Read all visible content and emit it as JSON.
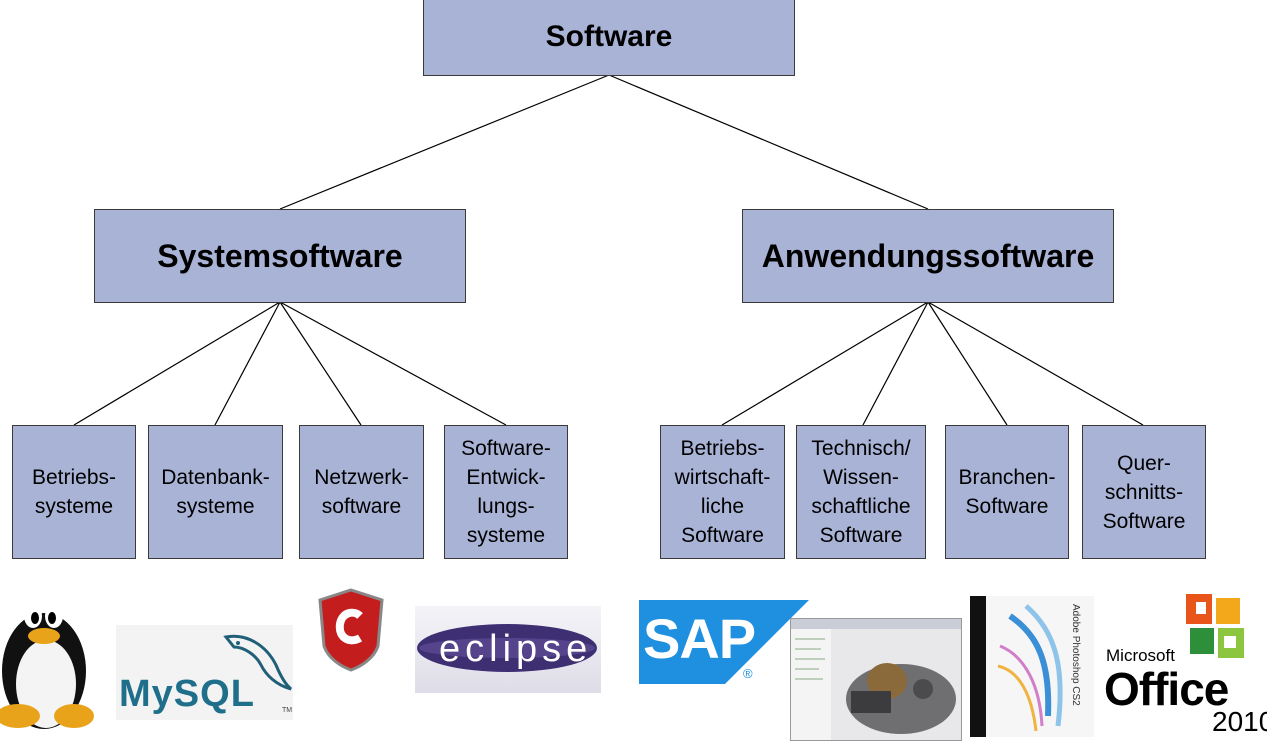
{
  "root": {
    "label": "Software"
  },
  "branches": [
    {
      "label": "Systemsoftware",
      "children": [
        "Betriebs-\nsysteme",
        "Datenbank-\nsysteme",
        "Netzwerk-\nsoftware",
        "Software-\nEntwick-\nlungs-\nsysteme"
      ]
    },
    {
      "label": "Anwendungssoftware",
      "children": [
        "Betriebs-\nwirtschaft-\nliche\nSoftware",
        "Technisch/\nWissen-\nschaftliche\nSoftware",
        "Branchen-\nSoftware",
        "Quer-\nschnitts-\nSoftware"
      ]
    }
  ],
  "logos": {
    "mysql": "MySQL",
    "mysql_tm": "TM",
    "eclipse": "eclipse",
    "sap": "SAP",
    "sap_reg": "®",
    "photoshop": "Adobe Photoshop CS2",
    "office_brand": "Microsoft",
    "office_name": "Office",
    "office_year": "2010"
  },
  "colors": {
    "box_fill": "#a9b3d6",
    "box_border": "#3a3a3a",
    "line": "#000000"
  }
}
